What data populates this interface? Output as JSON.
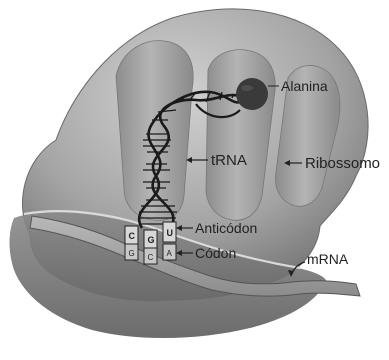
{
  "labels": {
    "alanina": "Alanina",
    "trna": "tRNA",
    "ribossomo": "Ribossomo",
    "anticodon": "Anticódon",
    "codon": "Códon",
    "mrna": "mRNA"
  },
  "bases": {
    "top": [
      "C",
      "G",
      "U"
    ],
    "bottom": [
      "G",
      "C",
      "A"
    ]
  },
  "colors": {
    "ribosome": "#a6a6a6",
    "ribosome_dark": "#7d7d7d",
    "ribosome_light": "#c9c9c9",
    "amino_acid": "#3a3a3a",
    "helix": "#1a1a1a"
  }
}
